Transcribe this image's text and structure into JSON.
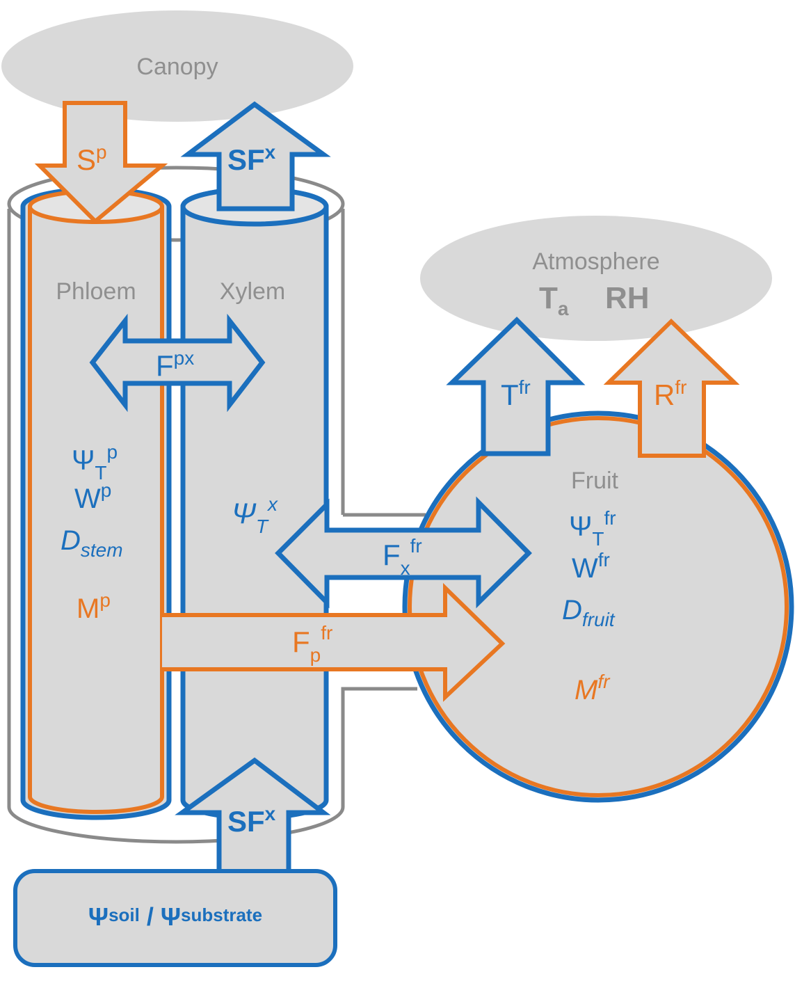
{
  "colors": {
    "blue": "#1b6fbd",
    "orange": "#e87722",
    "fill": "#d9d9d9",
    "gray_stroke": "#8a8a8a",
    "gray_text": "#8f8f8f"
  },
  "labels": {
    "canopy": "Canopy",
    "atmosphere": "Atmosphere",
    "phloem": "Phloem",
    "xylem": "Xylem",
    "fruit": "Fruit",
    "ta": {
      "base": "T",
      "sub": "a"
    },
    "rh": "RH"
  },
  "fluxes": {
    "sp": {
      "base": "S",
      "sup": "p"
    },
    "sfx_top": {
      "base": "SF",
      "sup": "x"
    },
    "sfx_bottom": {
      "base": "SF",
      "sup": "x"
    },
    "fpx": {
      "base": "F",
      "sup": "px"
    },
    "fx_fr": {
      "base": "F",
      "sub": "x",
      "sup": "fr"
    },
    "fp_fr": {
      "base": "F",
      "sub": "p",
      "sup": "fr"
    },
    "t_fr": {
      "base": "T",
      "sup": "fr"
    },
    "r_fr": {
      "base": "R",
      "sup": "fr"
    }
  },
  "phloem_vars": {
    "psi": {
      "base": "Ψ",
      "sub": "T",
      "sup": "p"
    },
    "w": {
      "base": "W",
      "sup": "p"
    },
    "d": {
      "base": "D",
      "sub": "stem"
    },
    "m": {
      "base": "M",
      "sup": "p"
    }
  },
  "xylem_vars": {
    "psi": {
      "base": "Ψ",
      "sub": "T",
      "sup": "x"
    }
  },
  "fruit_vars": {
    "psi": {
      "base": "Ψ",
      "sub": "T",
      "sup": "fr"
    },
    "w": {
      "base": "W",
      "sup": "fr"
    },
    "d": {
      "base": "D",
      "sub": "fruit"
    },
    "m": {
      "base": "M",
      "sup": "fr"
    }
  },
  "soil": {
    "psi1": "Ψ",
    "sup1": "soil",
    "sep": " / ",
    "psi2": "Ψ",
    "sup2": "substrate"
  }
}
